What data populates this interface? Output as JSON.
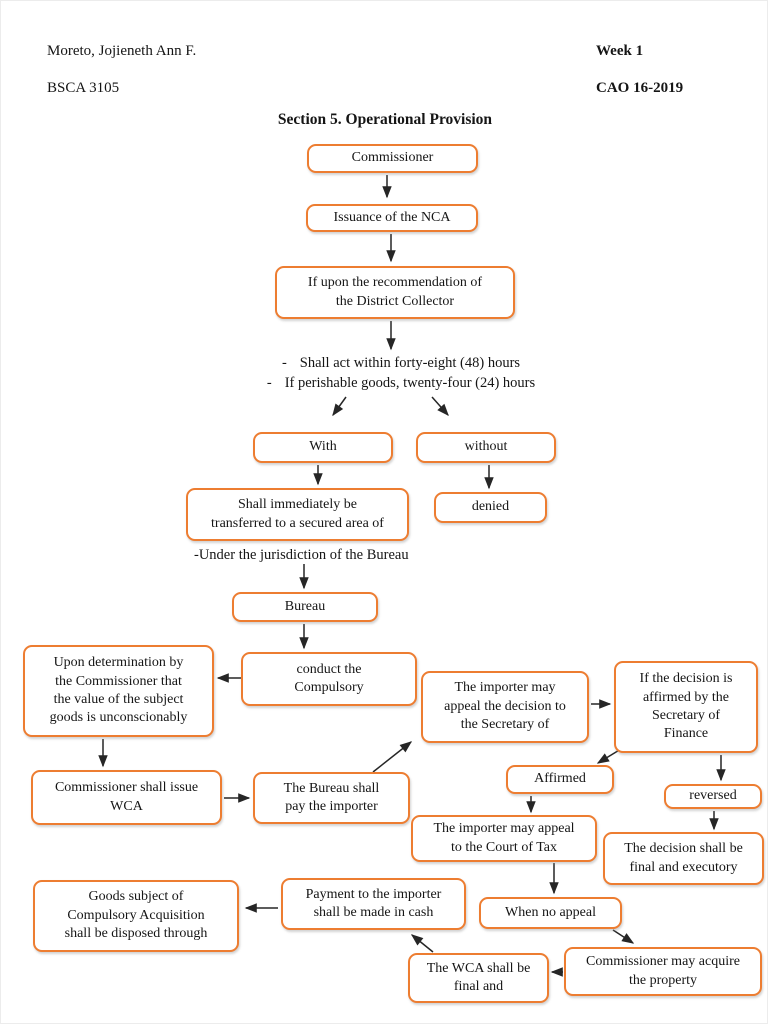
{
  "header": {
    "student_name": "Moreto, Jojieneth Ann F.",
    "course_code": "BSCA 3105",
    "week_label": "Week 1",
    "order_ref": "CAO 16-2019"
  },
  "title": "Section 5. Operational Provision",
  "flowchart": {
    "colors": {
      "box_border": "#ED7D31",
      "arrow": "#262626"
    },
    "bullet_dash": "-",
    "notes": {
      "act_hours": "Shall act within forty-eight (48) hours",
      "perishable_hours": "If perishable goods, twenty-four (24) hours",
      "jurisdiction": "-Under the jurisdiction of the Bureau"
    },
    "nodes": {
      "commissioner": "Commissioner",
      "issuance": "Issuance of the NCA",
      "recommendation": "If upon the recommendation of\nthe District Collector",
      "with_consent": "With",
      "without_consent": "without",
      "transferred": "Shall immediately be\ntransferred to a secured area of",
      "denied": "denied",
      "bureau": "Bureau",
      "conduct": "conduct the\nCompulsory",
      "determination": "Upon determination by\nthe Commissioner that\nthe value of the subject\ngoods is unconscionably",
      "issue_wca": "Commissioner shall issue\nWCA",
      "bureau_pay": "The Bureau shall\npay the importer",
      "appeal_secretary": "The importer may\nappeal the decision to\nthe Secretary of",
      "decision_affirmed": "If the decision is\naffirmed by the\nSecretary of\nFinance",
      "affirmed": "Affirmed",
      "reversed": "reversed",
      "court_tax": "The importer may appeal\nto the Court of Tax",
      "final_executory": "The decision shall be\nfinal and executory",
      "no_appeal": "When no appeal",
      "acquire": "Commissioner may acquire\nthe property",
      "wca_final": "The WCA shall be\nfinal and",
      "payment_cash": "Payment to the importer\nshall be made in cash",
      "goods_disposed": "Goods subject of\nCompulsory Acquisition\nshall be disposed through"
    }
  }
}
